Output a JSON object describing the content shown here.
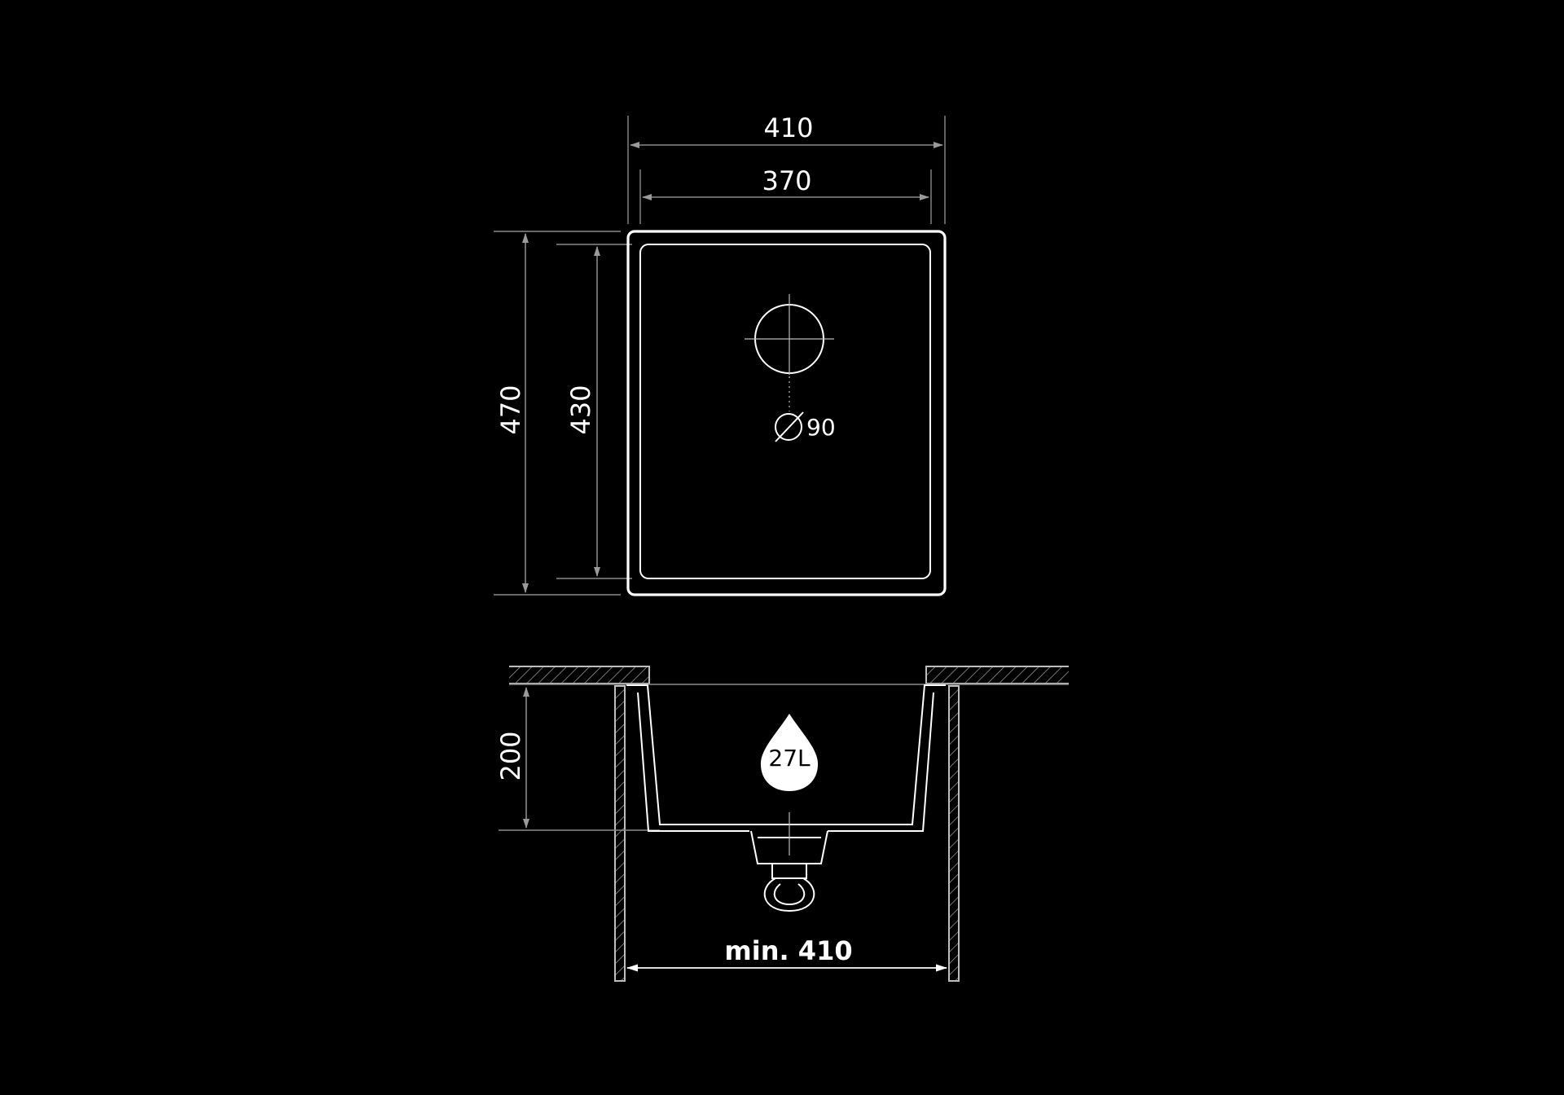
{
  "top_view": {
    "outer_width": "410",
    "inner_width": "370",
    "outer_height": "470",
    "inner_height": "430",
    "drain_diameter": "90"
  },
  "section_view": {
    "depth": "200",
    "capacity": "27L",
    "min_cabinet": "min. 410"
  },
  "colors": {
    "background": "#000000",
    "outline": "#ffffff",
    "dimension": "#8a8a8a"
  },
  "icons": [
    "diameter-symbol-icon",
    "water-drop-icon"
  ]
}
